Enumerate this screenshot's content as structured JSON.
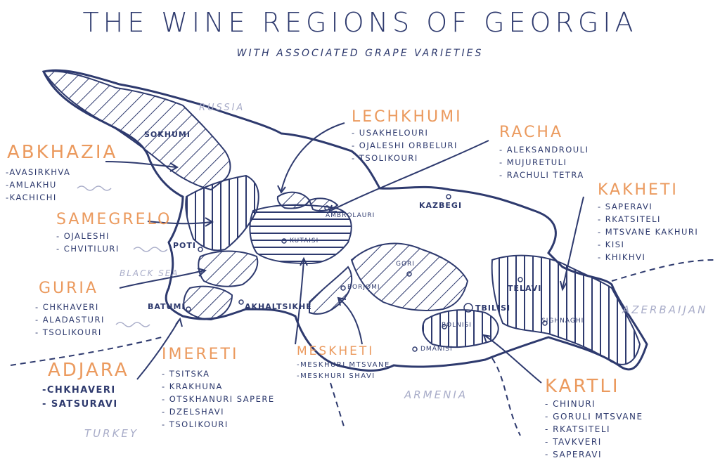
{
  "title": "THE WINE REGIONS OF GEORGIA",
  "subtitle": "WITH ASSOCIATED GRAPE VARIETIES",
  "colors": {
    "ink": "#2e3a6e",
    "accent": "#eb9a5e",
    "muted": "#a9adc9"
  },
  "regions": {
    "abkhazia": {
      "name": "ABKHAZIA",
      "grapes": [
        "-AVASIRKHVA",
        "-AMLAKHU",
        "-KACHICHI"
      ]
    },
    "samegrelo": {
      "name": "SAMEGRELO",
      "grapes": [
        "- OJALESHI",
        "- CHVITILURI"
      ]
    },
    "guria": {
      "name": "GURIA",
      "grapes": [
        "- CHKHAVERI",
        "- ALADASTURI",
        "- TSOLIKOURI"
      ]
    },
    "adjara": {
      "name": "ADJARA",
      "grapes": [
        "-CHKHAVERI",
        "- SATSURAVI"
      ]
    },
    "imereti": {
      "name": "IMERETI",
      "grapes": [
        "- TSITSKA",
        "- KRAKHUNA",
        "- OTSKHANURI SAPERE",
        "- DZELSHAVI",
        "- TSOLIKOURI"
      ]
    },
    "lechkhumi": {
      "name": "LECHKHUMI",
      "grapes": [
        "- USAKHELOURI",
        "- OJALESHI ORBELURI",
        "- TSOLIKOURI"
      ]
    },
    "racha": {
      "name": "RACHA",
      "grapes": [
        "- ALEKSANDROULI",
        "- MUJURETULI",
        "- RACHULI TETRA"
      ]
    },
    "kakheti": {
      "name": "KAKHETI",
      "grapes": [
        "- SAPERAVI",
        "- RKATSITELI",
        "- MTSVANE KAKHURI",
        "- KISI",
        "- KHIKHVI"
      ]
    },
    "meskheti": {
      "name": "MESKHETI",
      "grapes": [
        "-MESKHURI MTSVANE",
        "-MESKHURI SHAVI"
      ]
    },
    "kartli": {
      "name": "KARTLI",
      "grapes": [
        "- CHINURI",
        "- GORULI MTSVANE",
        "- RKATSITELI",
        "- TAVKVERI",
        "- SAPERAVI"
      ]
    }
  },
  "cities": {
    "sokhumi": "SOKHUMI",
    "poti": "POTI",
    "batumi": "BATUMI",
    "kutaisi": "KUTAISI",
    "ambrolauri": "AMBROLAURI",
    "kazbegi": "KAZBEGI",
    "akhaltsikhe": "AKHALTSIKHE",
    "borjomi": "BORJOMI",
    "gori": "GORI",
    "tbilisi": "TBILISI",
    "bolnisi": "BOLNISI",
    "dmanisi": "DMANISI",
    "telavi": "TELAVI",
    "sighnaghi": "SIGHNAGHI"
  },
  "countries": {
    "russia": "RUSSIA",
    "turkey": "TURKEY",
    "armenia": "ARMENIA",
    "azerbaijan": "AZERBAIJAN"
  },
  "sea": "BLACK SEA"
}
